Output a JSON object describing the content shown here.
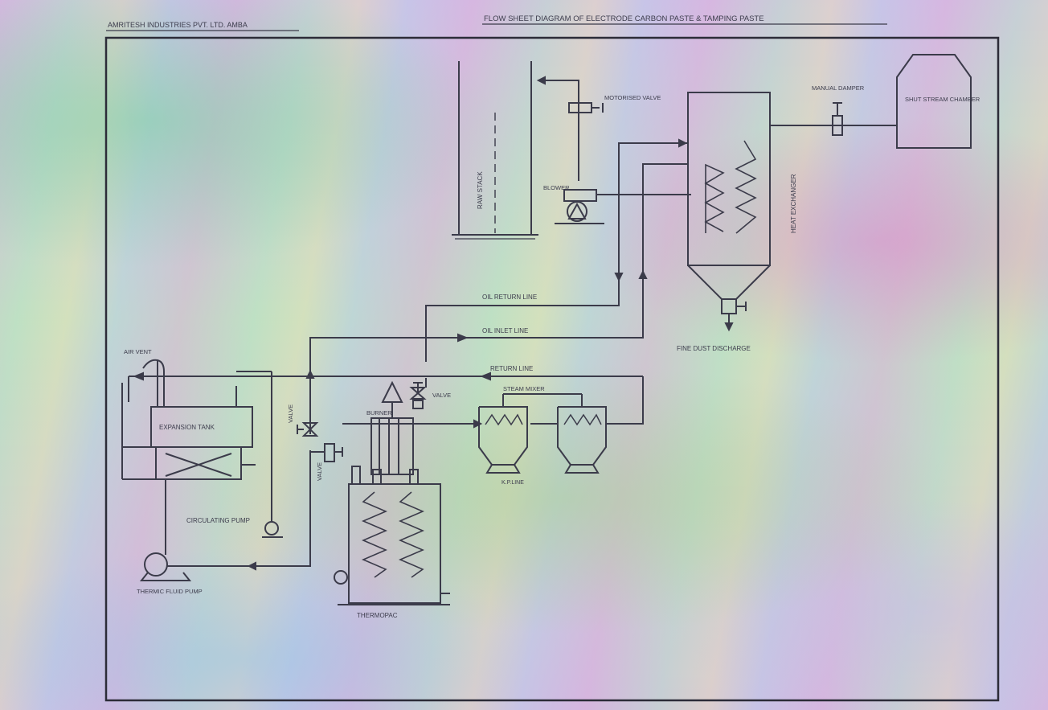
{
  "header": {
    "company": "AMRITESH INDUSTRIES PVT. LTD. AMBA",
    "title": "FLOW SHEET DIAGRAM OF ELECTRODE CARBON PASTE & TAMPING PASTE"
  },
  "labels": {
    "chimney": "RAW STACK",
    "motorised_valve": "MOTORISED VALVE",
    "blower": "BLOWER",
    "heat_exchanger": "HEAT EXCHANGER",
    "damper": "MANUAL DAMPER",
    "combustion_chamber": "SHUT STREAM CHAMBER",
    "oil_return_line": "OIL RETURN LINE",
    "oil_inlet_line": "OIL INLET LINE",
    "return_line": "RETURN LINE",
    "fine_dust": "FINE DUST DISCHARGE",
    "air_vent": "AIR VENT",
    "expansion_tank": "EXPANSION TANK",
    "valve_main": "VALVE",
    "valve_left1": "VALVE",
    "valve_left2": "VALVE",
    "burner": "BURNER",
    "steam_mixer": "STEAM MIXER",
    "kettle": "K.P.LINE",
    "circulating_pump": "CIRCULATING PUMP",
    "thermic_pump": "THERMIC FLUID PUMP",
    "thermopac": "THERMOPAC"
  },
  "colors": {
    "ink": "#3b3b4a",
    "frame": "#2c2c38"
  }
}
